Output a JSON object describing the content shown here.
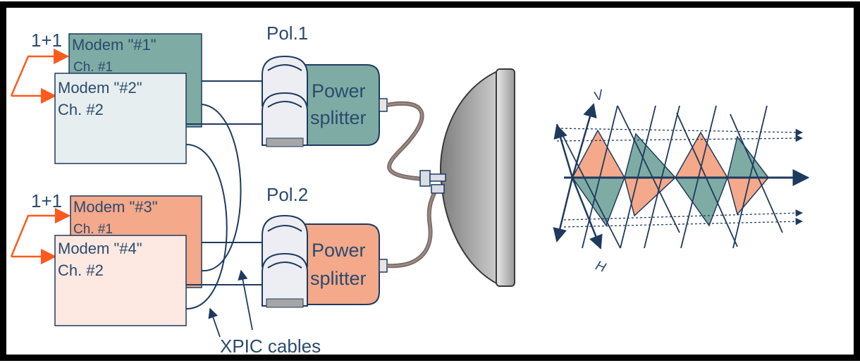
{
  "groups": [
    {
      "redundancy": "1+1",
      "back_modem": {
        "name": "Modem \"#1\"",
        "channel": "Ch. #1"
      },
      "front_modem": {
        "name": "Modem \"#2\"",
        "channel": "Ch. #2"
      },
      "polarization": "Pol.1",
      "splitter": [
        "Power",
        "splitter"
      ]
    },
    {
      "redundancy": "1+1",
      "back_modem": {
        "name": "Modem \"#3\"",
        "channel": "Ch. #1"
      },
      "front_modem": {
        "name": "Modem \"#4\"",
        "channel": "Ch. #2"
      },
      "polarization": "Pol.2",
      "splitter": [
        "Power",
        "splitter"
      ]
    }
  ],
  "xpic_label": "XPIC cables",
  "wave_labels": {
    "vertical": "V",
    "horizontal": "H"
  },
  "colors": {
    "teal": "#7eaca4",
    "teal_light": "#e6eeef",
    "salmon": "#f4a98a",
    "salmon_light": "#fde9e1",
    "arrow": "#ff5a1e",
    "line": "#1f3a5f"
  }
}
